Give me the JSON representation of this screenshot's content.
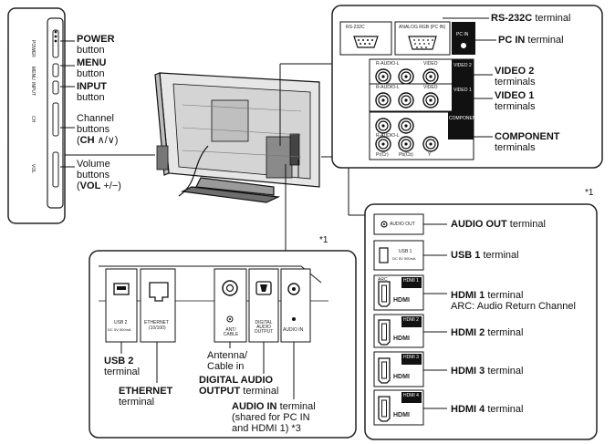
{
  "side_panel": {
    "button_marks": [
      "POWER",
      "MENU",
      "INPUT",
      "CH",
      "VOL"
    ],
    "labels": {
      "power": [
        "POWER",
        "button"
      ],
      "menu": [
        "MENU",
        "button"
      ],
      "input": [
        "INPUT",
        "button"
      ],
      "channel": [
        "Channel",
        "buttons",
        "CH",
        "∧/∨"
      ],
      "volume": [
        "Volume",
        "buttons",
        "VOL",
        "+/−"
      ]
    }
  },
  "top_right_panel": {
    "ports": {
      "rs232c": "RS-232C",
      "analog_rgb": "ANALOG RGB (PC IN)",
      "pc_in": "PC IN",
      "video2": "VIDEO 2",
      "video1": "VIDEO 1",
      "component": "COMPONENT",
      "r_audio_l": "R-AUDIO-L",
      "video": "VIDEO",
      "pb_cb": "Pb(Cb)",
      "pr_cr": "Pr(Cr)",
      "y": "Y"
    },
    "labels": {
      "rs232c": [
        "RS-232C",
        "terminal"
      ],
      "pc_in": [
        "PC IN",
        "terminal"
      ],
      "video2": [
        "VIDEO 2",
        "terminals"
      ],
      "video1": [
        "VIDEO 1",
        "terminals"
      ],
      "component": [
        "COMPONENT",
        "terminals"
      ]
    }
  },
  "footnote_marks": [
    "*1",
    "*1"
  ],
  "bottom_left_panel": {
    "ports": {
      "usb2": "USB 2",
      "usb2_spec": "DC 5V 500mA",
      "ethernet": "ETHERNET",
      "ethernet_spec": "(10/100)",
      "ant": "ANT/ CABLE",
      "digital_audio": "DIGITAL AUDIO OUTPUT",
      "audio_in": "AUDIO IN"
    },
    "labels": {
      "usb2": [
        "USB 2",
        "terminal"
      ],
      "ethernet": [
        "ETHERNET",
        "terminal"
      ],
      "antenna": [
        "Antenna/",
        "Cable in"
      ],
      "digital_audio": [
        "DIGITAL AUDIO",
        "OUTPUT",
        "terminal"
      ],
      "audio_in": [
        "AUDIO IN",
        "terminal",
        "(shared for PC IN",
        "and HDMI 1) *3"
      ]
    }
  },
  "bottom_right_panel": {
    "ports": {
      "audio_out": "AUDIO OUT",
      "usb1": "USB 1",
      "usb1_spec": "DC 5V 500mA",
      "arc": "ARC",
      "hdmi1": "HDMI 1",
      "hdmi2": "HDMI 2",
      "hdmi3": "HDMI 3",
      "hdmi4": "HDMI 4",
      "hdmi_logo": "HDMI"
    },
    "labels": {
      "audio_out": [
        "AUDIO OUT",
        "terminal"
      ],
      "usb1": [
        "USB 1",
        "terminal"
      ],
      "hdmi1": [
        "HDMI 1",
        "terminal",
        "ARC: Audio Return Channel"
      ],
      "hdmi2": [
        "HDMI 2",
        "terminal"
      ],
      "hdmi3": [
        "HDMI 3",
        "terminal"
      ],
      "hdmi4": [
        "HDMI 4",
        "terminal"
      ]
    }
  }
}
